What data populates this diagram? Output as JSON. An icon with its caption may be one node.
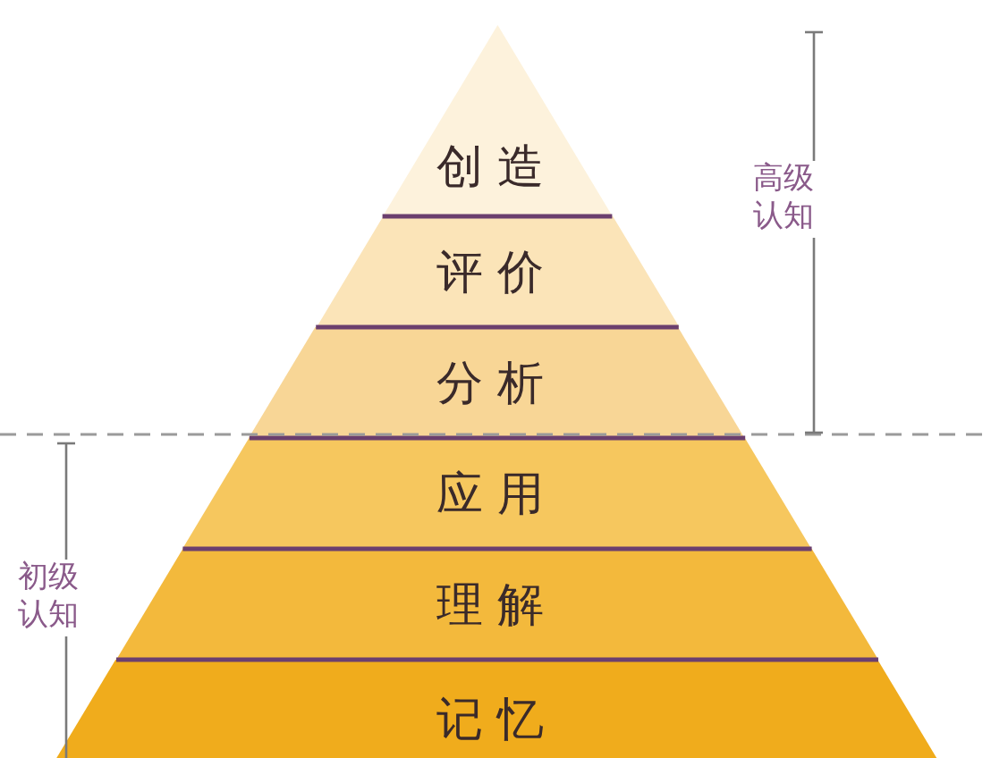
{
  "diagram": {
    "nodes": [
      {
        "text": [
          "创造"
        ]
      },
      {
        "text": [
          "评价"
        ]
      },
      {
        "text": [
          "分析"
        ]
      },
      {
        "text": [
          "应用"
        ]
      },
      {
        "text": [
          "理解"
        ]
      },
      {
        "text": [
          "记忆"
        ]
      }
    ],
    "labels": [
      "高级认知",
      "初级认知"
    ]
  }
}
